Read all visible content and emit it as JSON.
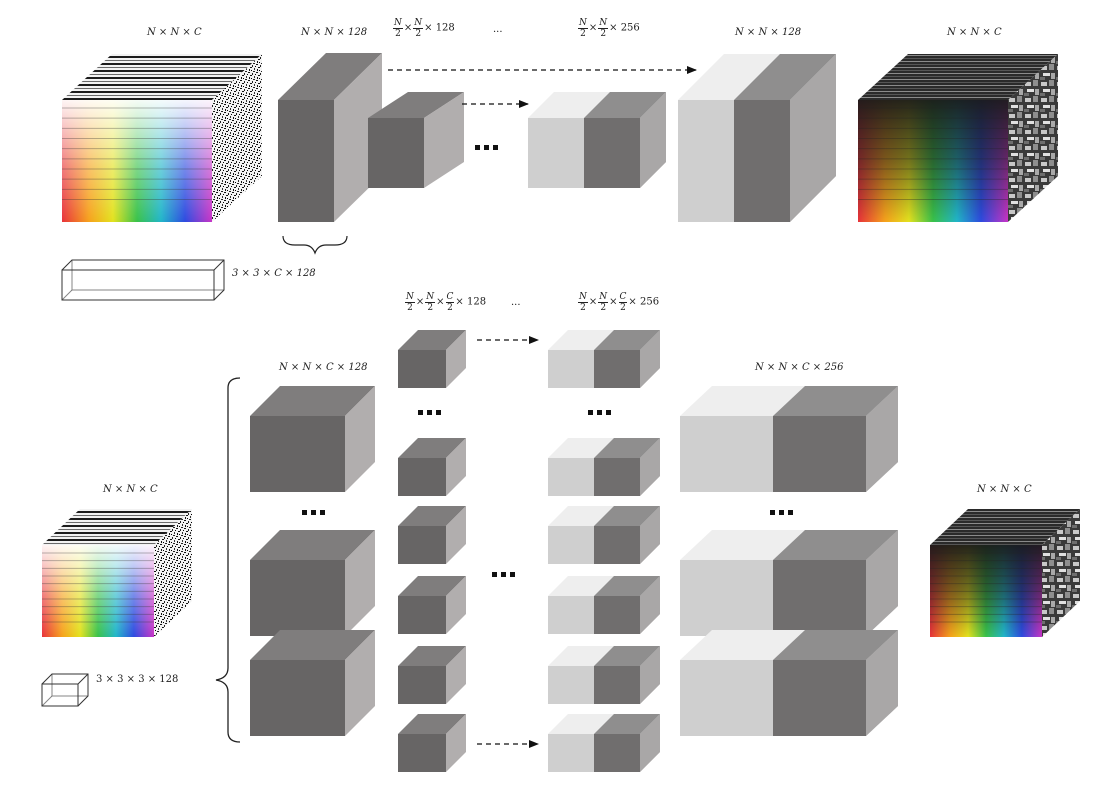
{
  "labels": {
    "top_input_dims": "N × N × C",
    "top_conv1_dims": "N × N × 128",
    "top_down_dims": "× 128",
    "top_ellipsis": "···",
    "top_bottleneck_dims": "× 256",
    "top_up_dims": "N × N × 128",
    "top_output_dims": "N × N × C",
    "top_kernel": "3 × 3 × C  ×  128",
    "bottom_down_dims": "× 128",
    "bottom_ellipsis": "···",
    "bottom_bottleneck_dims": "× 256",
    "bottom_conv1_dims": "N × N × C × 128",
    "bottom_up_dims": "N × N × C × 256",
    "bottom_input_dims": "N × N × C",
    "bottom_output_dims": "N × N × C",
    "bottom_kernel": "3 × 3 × 3     ×     128"
  },
  "fractions": {
    "n_over_2": [
      "N",
      "2"
    ],
    "c_over_2": [
      "C",
      "2"
    ]
  },
  "colors": {
    "dark_block": "#676565",
    "dark_top": "#7f7d7d",
    "dark_side": "#b1aeae",
    "light_block": "#cfcfcf",
    "light_top": "#eeeeee",
    "light_side": "#b9b7b7",
    "arrow": "#111111"
  },
  "icons": [
    "input-spectral-cube",
    "output-spectral-cube",
    "wireframe-kernel-icon",
    "curly-brace-icon",
    "dashed-arrow-icon"
  ]
}
